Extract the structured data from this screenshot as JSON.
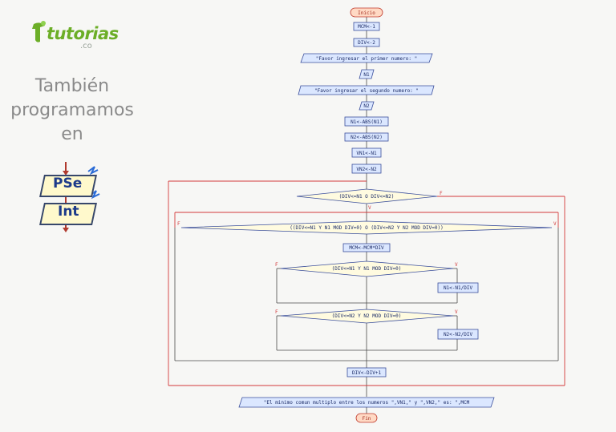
{
  "sidebar": {
    "logo_text": "tutorias",
    "logo_sub": ".co",
    "tagline_lines": [
      "También",
      "programamos",
      "en"
    ],
    "badge_top": "PSe",
    "badge_bottom": "Int"
  },
  "flowchart": {
    "start": "Inicio",
    "steps": {
      "mcm_init": "MCM<-1",
      "div_init": "DIV<-2",
      "prompt1": "\"Favor ingresar el primer numero: \"",
      "read_n1": "N1",
      "prompt2": "\"Favor ingresar el segundo numero: \"",
      "read_n2": "N2",
      "abs_n1": "N1<-ABS(N1)",
      "abs_n2": "N2<-ABS(N2)",
      "vn1": "VN1<-N1",
      "vn2": "VN2<-N2",
      "while_cond": "(DIV<=N1 O DIV<=N2)",
      "if_outer": "((DIV<=N1 Y N1 MOD DIV=0) O (DIV<=N2 Y N2 MOD DIV=0))",
      "mcm_update": "MCM<-MCM*DIV",
      "if_n1": "(DIV<=N1 Y N1 MOD DIV=0)",
      "n1_div": "N1<-N1/DIV",
      "if_n2": "(DIV<=N2 Y N2 MOD DIV=0)",
      "n2_div": "N2<-N2/DIV",
      "div_inc": "DIV<-DIV+1",
      "output": "\"El minimo comun multiplo entre los numeros \",VN1,\" y \",VN2,\" es: \",MCM"
    },
    "branch_false": "F",
    "branch_true": "V",
    "end": "Fin"
  },
  "colors": {
    "box_fill": "#dbe7ff",
    "box_border": "#3b4f9c",
    "terminal_fill": "#ffd9c4",
    "terminal_border": "#c0392b",
    "decision_fill": "#fffbe0",
    "loop_line": "#d33a3a",
    "flow_line": "#4a4a4a",
    "brand_green": "#6cae27"
  }
}
